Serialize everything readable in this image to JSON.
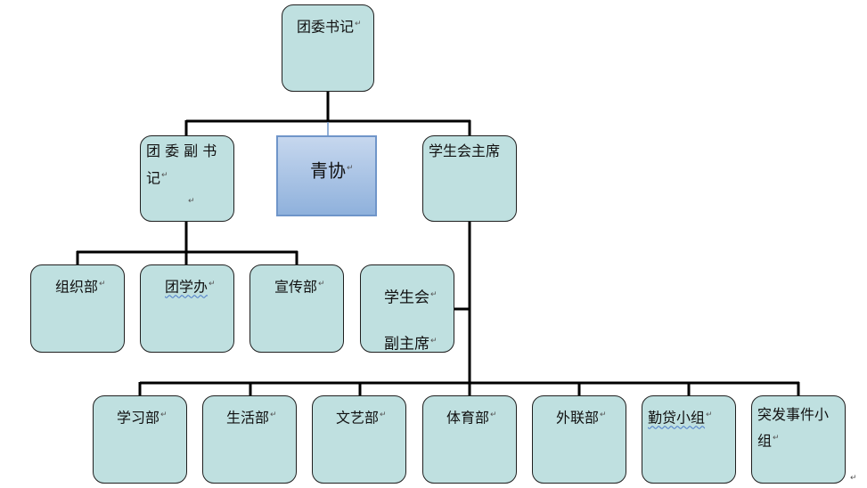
{
  "nodes": {
    "secretary": "团委书记",
    "deputy_secretary_1": "团 委 副 书",
    "deputy_secretary_2": "记",
    "youth_association": "青协",
    "student_union_president": "学生会主席",
    "organization": "组织部",
    "league_office": "团学办",
    "publicity": "宣传部",
    "vice_president_1": "学生会",
    "vice_president_2": "副主席",
    "study": "学习部",
    "life": "生活部",
    "arts": "文艺部",
    "sports": "体育部",
    "external": "外联部",
    "work_study": "勤贷小组",
    "emergency_1": "突发事件小",
    "emergency_2": "组"
  },
  "marks": {
    "paragraph": "↵"
  },
  "colors": {
    "node_fill": "#bfe0e0",
    "node_border": "#1f1f1f",
    "qingxie_fill_top": "#c6d7ee",
    "qingxie_fill_bottom": "#8fb1dc",
    "qingxie_border": "#6f95c9",
    "connector": "#000000"
  }
}
